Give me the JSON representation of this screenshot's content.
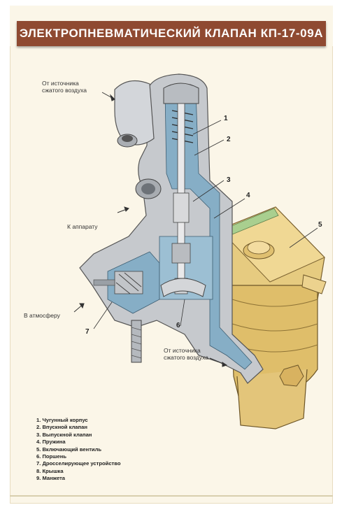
{
  "title": "ЭЛЕКТРОПНЕВМАТИЧЕСКИЙ КЛАПАН КП-17-09А",
  "labels": {
    "air_source_top_1": "От источника",
    "air_source_top_2": "сжатого воздуха",
    "to_apparatus": "К аппарату",
    "to_atmosphere": "В атмосферу",
    "air_source_bottom_1": "От источника",
    "air_source_bottom_2": "сжатого воздуха"
  },
  "callouts": [
    "1",
    "2",
    "3",
    "4",
    "5",
    "6",
    "7"
  ],
  "legend": [
    "1. Чугунный корпус",
    "2. Впускной клапан",
    "3. Выпускной клапан",
    "4. Пружина",
    "5. Включающий вентиль",
    "6. Поршень",
    "7. Дросселирующее устройство",
    "8. Крышка",
    "9. Манжета"
  ],
  "colors": {
    "banner": "#8f4a31",
    "body_gray": "#c9ccd0",
    "cavity_blue": "#7fa6bf",
    "valve_yellow": "#e3c77a",
    "valve_green": "#9fc68a"
  }
}
